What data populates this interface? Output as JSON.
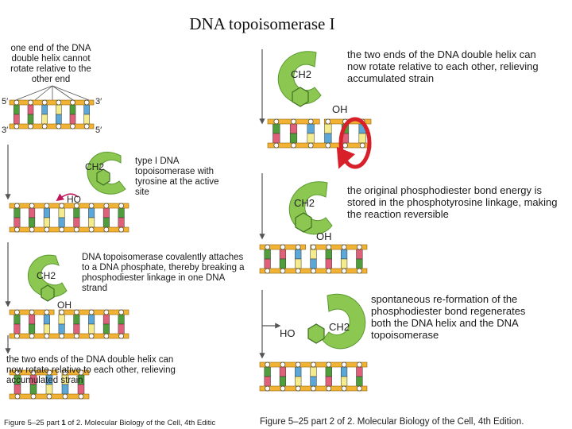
{
  "title": "DNA topoisomerase I",
  "left": {
    "step1": "one end of the DNA double helix cannot rotate relative to the other end",
    "step2": "type I DNA topoisomerase with tyrosine at the active site",
    "step3": "DNA topoisomerase covalently attaches to a DNA phosphate, thereby breaking a phosphodiester linkage in one DNA strand",
    "step4": "the two ends of the DNA double helix can now rotate relative to each other, relieving accumulated strain",
    "end_5a": "5′",
    "end_3a": "3′",
    "end_3b": "3′",
    "end_5b": "5′"
  },
  "right": {
    "step1": "the two ends of the DNA double helix can now rotate relative to each other, relieving accumulated strain",
    "step2": "the original phosphodiester bond energy is stored in the phosphotyrosine linkage, making the reaction reversible",
    "step3": "spontaneous re-formation of the phosphodiester bond regenerates both the DNA helix and the DNA topoisomerase"
  },
  "chem": {
    "ch2": "CH2",
    "ho": "HO",
    "oh": "OH"
  },
  "captions": {
    "left_prefix": "Figure 5–25 part ",
    "left_bold": "1",
    "left_suffix": " of 2. Molecular Biology of the Cell, 4th Editic",
    "right": "Figure 5–25 part 2 of 2. Molecular Biology of the Cell, 4th Edition."
  },
  "colors": {
    "backbone": "#f2b233",
    "enzyme": "#8cc751",
    "enzyme_dark": "#5a9a2e",
    "base_green": "#4f9e3b",
    "base_blue": "#5aa7d8",
    "base_red": "#e0607a",
    "base_yellow": "#f4ec8c",
    "twist_arrow": "#d8202a",
    "arrow": "#555555"
  }
}
